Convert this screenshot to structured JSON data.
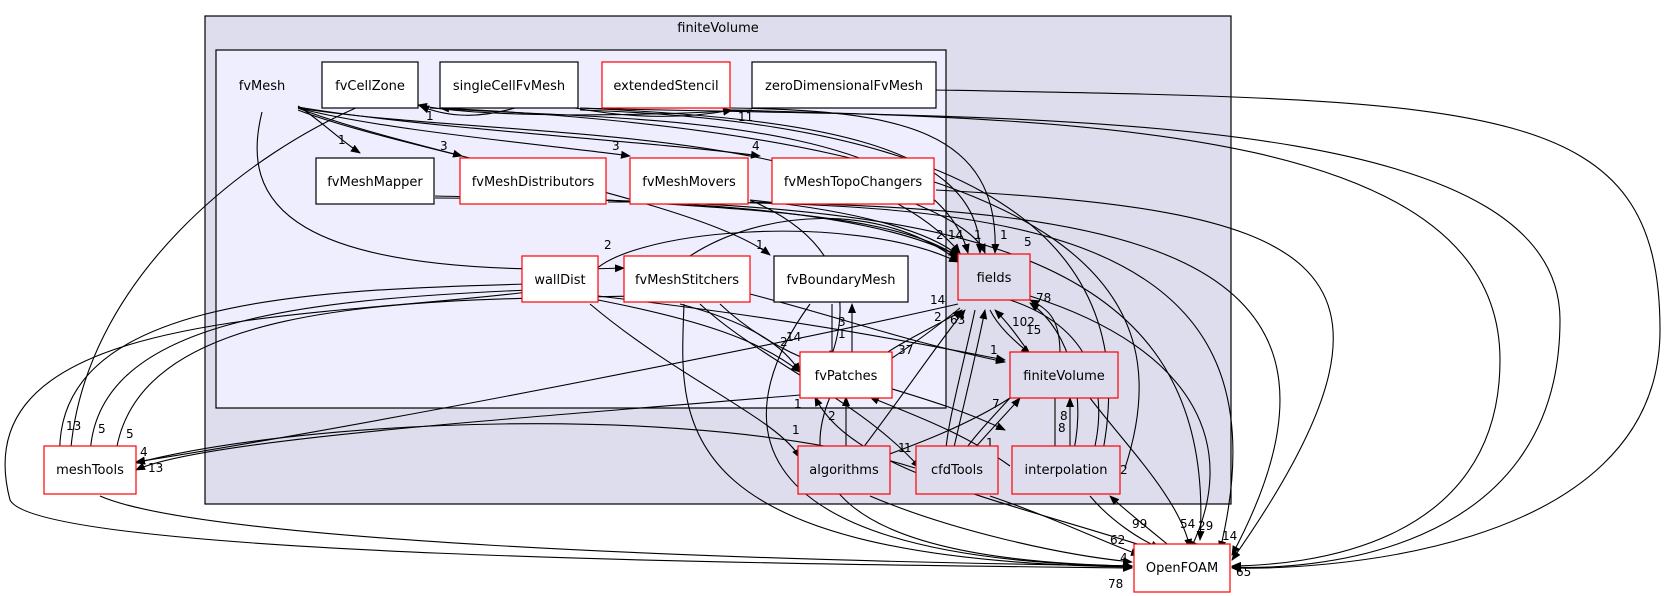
{
  "clusters": {
    "outer": {
      "label": "finiteVolume"
    },
    "inner": {
      "label": "fvMesh"
    }
  },
  "colors": {
    "outer_fill": "#ddddee",
    "inner_fill": "#eeeeff",
    "cluster_stroke": "#000000",
    "external_border": "#ff0000",
    "subdir_border": "#000000",
    "edge": "#000000",
    "node_fill": "#ffffff"
  },
  "nodes": {
    "fvCellZone": "fvCellZone",
    "singleCellFvMesh": "singleCellFvMesh",
    "extendedStencil": "extendedStencil",
    "zeroDimensionalFvMesh": "zeroDimensionalFvMesh",
    "fvMeshMapper": "fvMeshMapper",
    "fvMeshDistributors": "fvMeshDistributors",
    "fvMeshMovers": "fvMeshMovers",
    "fvMeshTopoChangers": "fvMeshTopoChangers",
    "wallDist": "wallDist",
    "fvMeshStitchers": "fvMeshStitchers",
    "fvBoundaryMesh": "fvBoundaryMesh",
    "fields": "fields",
    "fvPatches": "fvPatches",
    "finiteVolume": "finiteVolume",
    "meshTools": "meshTools",
    "algorithms": "algorithms",
    "cfdTools": "cfdTools",
    "interpolation": "interpolation",
    "OpenFOAM": "OpenFOAM"
  },
  "edge_labels": {
    "e1": "1",
    "e2": "3",
    "e3": "3",
    "e4": "4",
    "e5": "2",
    "e6": "1",
    "e7": "1",
    "e8": "11",
    "e9": "2",
    "e10": "14",
    "e11": "1",
    "e12": "1",
    "e13": "5",
    "e14": "14",
    "e15": "2",
    "e16": "63",
    "e17": "37",
    "e18": "78",
    "e19": "102",
    "e20": "15",
    "e21": "1",
    "e22": "14",
    "e23": "2",
    "e24": "3",
    "e25": "1",
    "e26": "13",
    "e27": "5",
    "e28": "5",
    "e29": "4",
    "e30": "13",
    "e31": "1",
    "e32": "2",
    "e33": "1",
    "e34": "7",
    "e35": "2",
    "e36": "1",
    "e37": "8",
    "e38": "8",
    "e39": "1",
    "e40": "2",
    "e41": "1",
    "e42": "1",
    "e43": "99",
    "e44": "62",
    "e45": "54",
    "e46": "29",
    "e47": "14",
    "e48": "4",
    "e49": "78",
    "e50": "65"
  }
}
